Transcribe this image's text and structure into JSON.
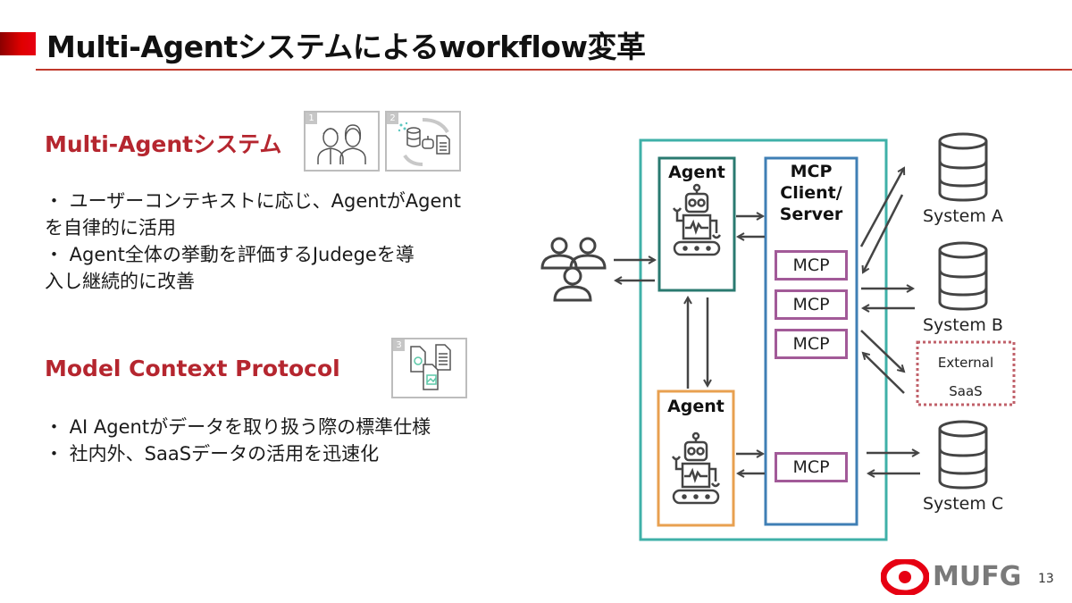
{
  "slide": {
    "title": "Multi-Agentシステムによるworkflow変革",
    "page_number": "13",
    "accent_color": "#e60012"
  },
  "left": {
    "section1": {
      "heading": "Multi-Agentシステム",
      "thumbnails": [
        {
          "num": "1",
          "icon": "people-icon"
        },
        {
          "num": "2",
          "icon": "database-robot-document-cycle-icon"
        }
      ],
      "bullets": [
        "・ ユーザーコンテキストに応じ、AgentがAgent",
        "を自律的に活用",
        "・ Agent全体の挙動を評価するJudegeを導",
        "入し継続的に改善"
      ]
    },
    "section2": {
      "heading": "Model Context Protocol",
      "thumbnails": [
        {
          "num": "3",
          "icon": "documents-icon"
        }
      ],
      "bullets": [
        "・ AI Agentがデータを取り扱う際の標準仕様",
        "・ 社内外、SaaSデータの活用を迅速化"
      ]
    }
  },
  "diagram": {
    "agent_top_label": "Agent",
    "agent_bottom_label": "Agent",
    "mcp_server_label_1": "MCP",
    "mcp_server_label_2": "Client/",
    "mcp_server_label_3": "Server",
    "mcp_modules": [
      "MCP",
      "MCP",
      "MCP",
      "MCP"
    ],
    "systems": [
      "System A",
      "System B",
      "System C"
    ],
    "external_1": "External",
    "external_2": "SaaS",
    "colors": {
      "outer": "#3fb0a8",
      "agent_top": "#2a7a70",
      "agent_bottom": "#e8a050",
      "mcp_server": "#3f7fb5",
      "mcp_module": "#a25a98",
      "external": "#c0606a",
      "arrow": "#444444"
    }
  },
  "footer": {
    "logo_text": "MUFG"
  }
}
